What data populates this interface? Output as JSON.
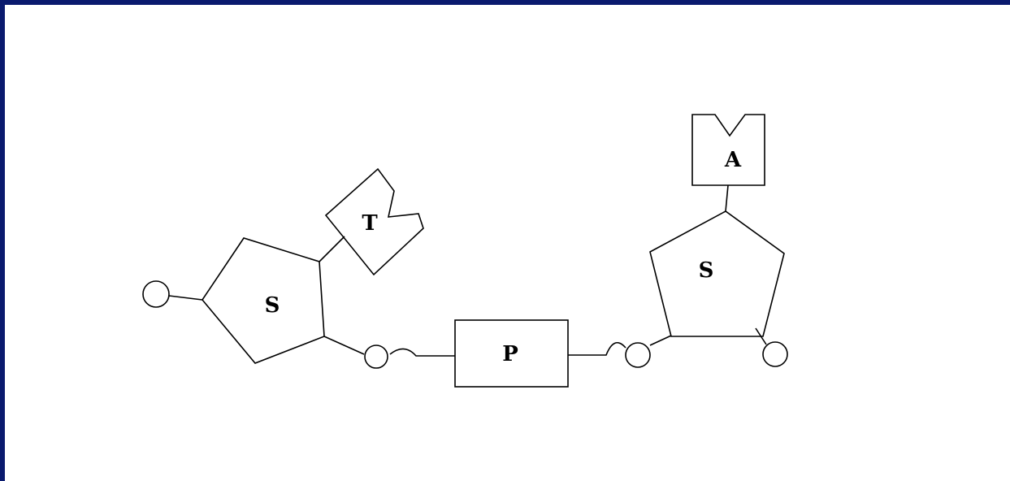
{
  "diagram": {
    "sugar_left_label": "S",
    "thymine_label": "T",
    "phosphate_label": "P",
    "sugar_right_label": "S",
    "adenine_label": "A"
  },
  "colors": {
    "frame": "#0a1a6e",
    "background": "#ffffff",
    "stroke": "#000000"
  }
}
